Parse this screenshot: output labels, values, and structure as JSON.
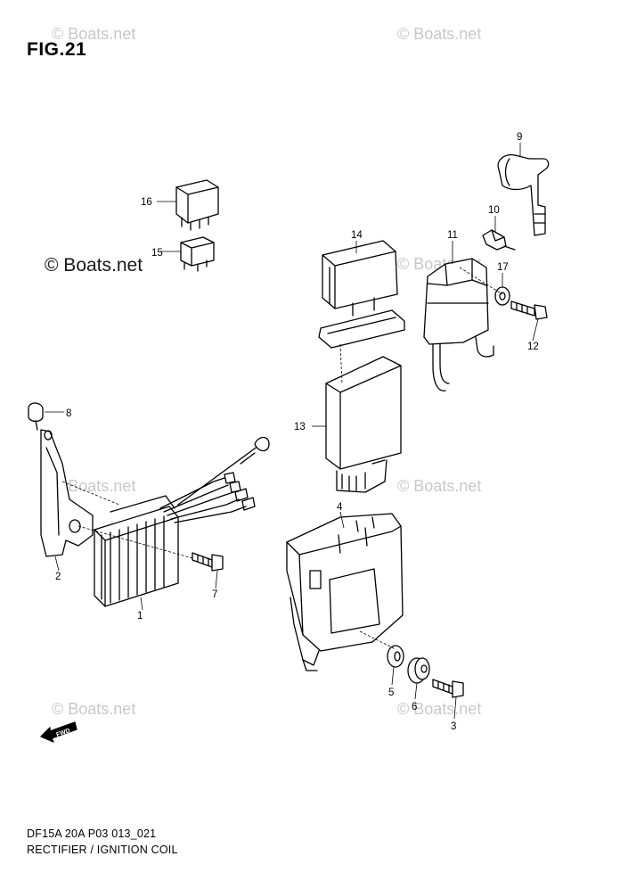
{
  "figure": {
    "title": "FIG.21",
    "code": "DF15A 20A P03 013_021",
    "caption": "RECTIFIER / IGNITION COIL"
  },
  "watermarks": {
    "faint": "© Boats.net",
    "strong": "© Boats.net"
  },
  "fwd_label": "FWD",
  "callouts": {
    "c1": "1",
    "c2": "2",
    "c3": "3",
    "c4": "4",
    "c5": "5",
    "c6": "6",
    "c7": "7",
    "c8": "8",
    "c9": "9",
    "c10": "10",
    "c11": "11",
    "c12": "12",
    "c13": "13",
    "c14": "14",
    "c15": "15",
    "c16": "16",
    "c17": "17"
  },
  "colors": {
    "line": "#000000",
    "watermark": "#c8c8c8",
    "background": "#ffffff"
  }
}
